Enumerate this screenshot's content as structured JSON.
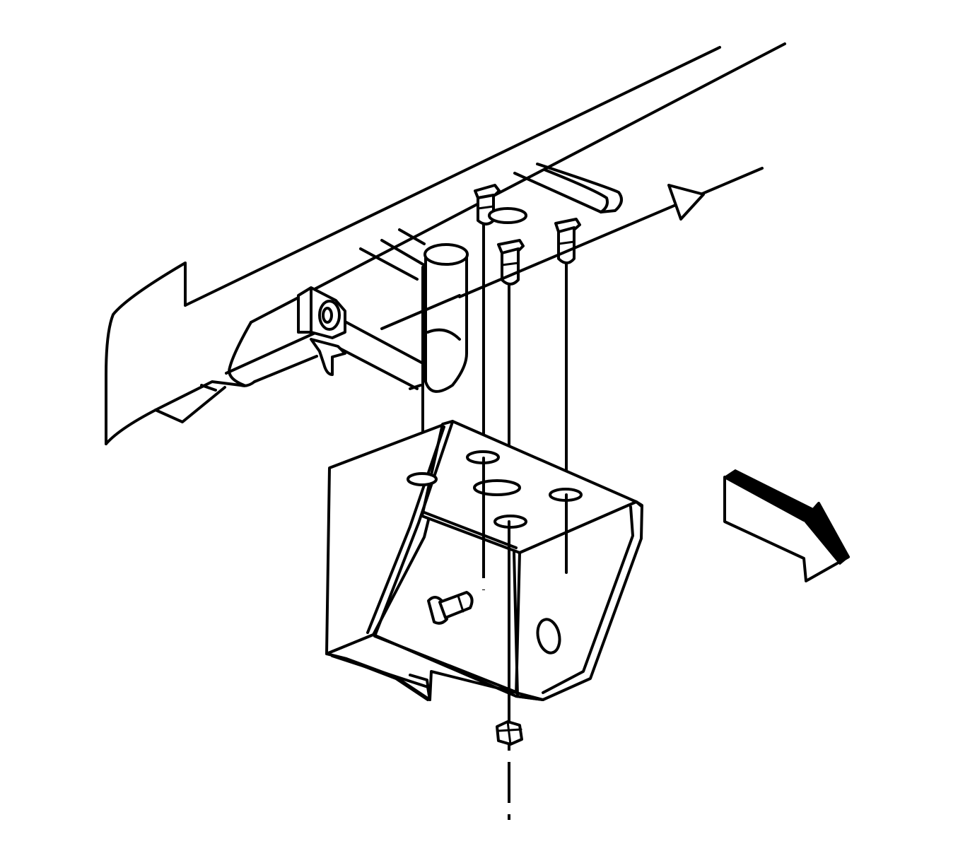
{
  "diagram": {
    "kind": "exploded-parts-view",
    "colors": {
      "line": "#000000",
      "background": "#ffffff"
    },
    "parts": [
      {
        "part": "frame-rail"
      },
      {
        "part": "crossmember"
      },
      {
        "part": "bent-tube"
      },
      {
        "part": "mounting-bracket"
      },
      {
        "part": "bolt",
        "count": 3
      },
      {
        "part": "nut",
        "count": 1
      },
      {
        "part": "pin-fastener",
        "count": 1
      }
    ],
    "indicators": [
      {
        "indicator": "direction-arrow-forward",
        "icon": "bold-arrow-icon"
      },
      {
        "indicator": "alignment-arrow",
        "icon": "triangle-arrow-icon"
      }
    ]
  }
}
